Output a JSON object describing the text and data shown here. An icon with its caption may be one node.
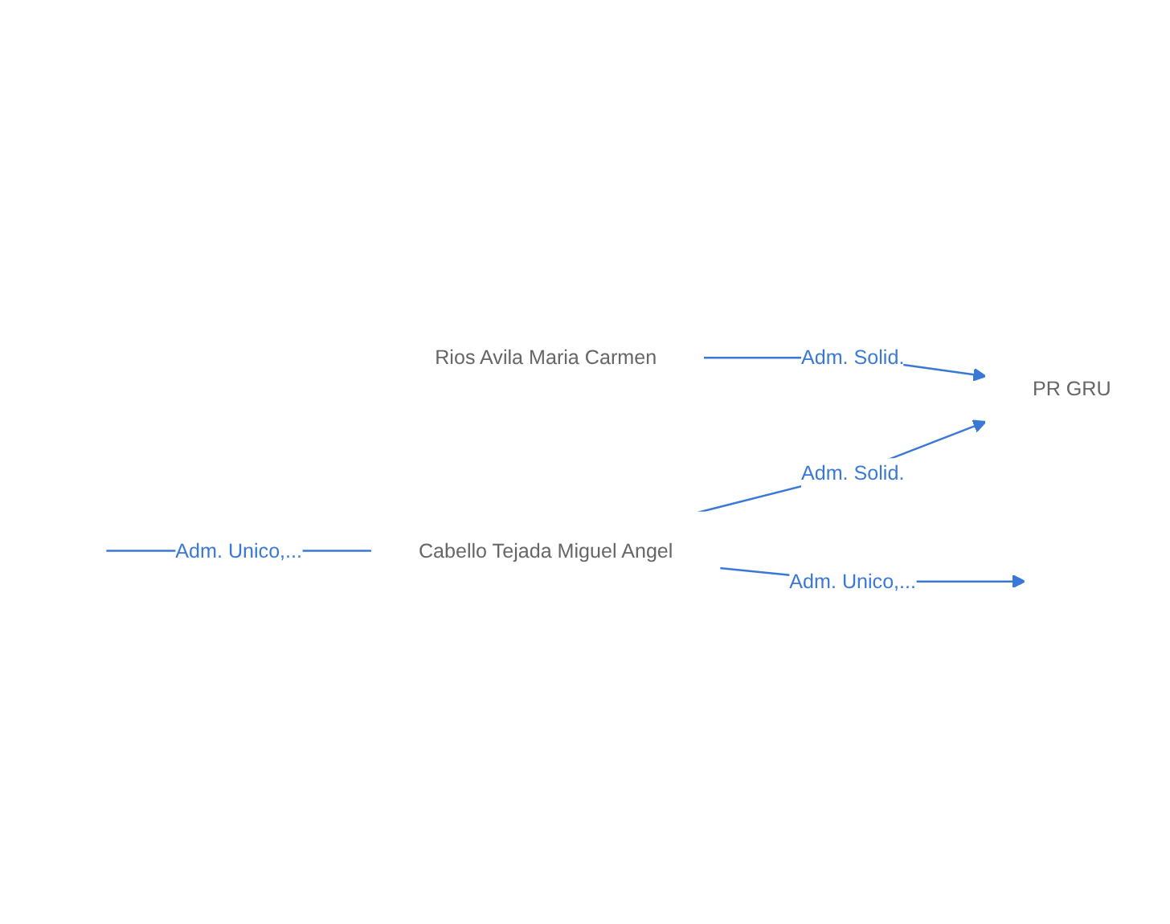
{
  "diagram": {
    "nodes": [
      {
        "text": [
          "Cabello Tejada Miguel Angel"
        ]
      },
      {
        "text": [
          "Rios Avila Maria Carmen"
        ]
      },
      {
        "text": [
          "PR GRU"
        ]
      }
    ],
    "edges": [
      {
        "from": 0,
        "to": null,
        "arrow": "none",
        "label": "Adm. Unico,..."
      },
      {
        "from": 0,
        "to": 2,
        "arrow": "to",
        "label": "Adm. Solid."
      },
      {
        "from": 0,
        "to": null,
        "arrow": "to",
        "label": "Adm. Unico,..."
      },
      {
        "from": 1,
        "to": 2,
        "arrow": "to",
        "label": "Adm. Solid."
      }
    ]
  }
}
